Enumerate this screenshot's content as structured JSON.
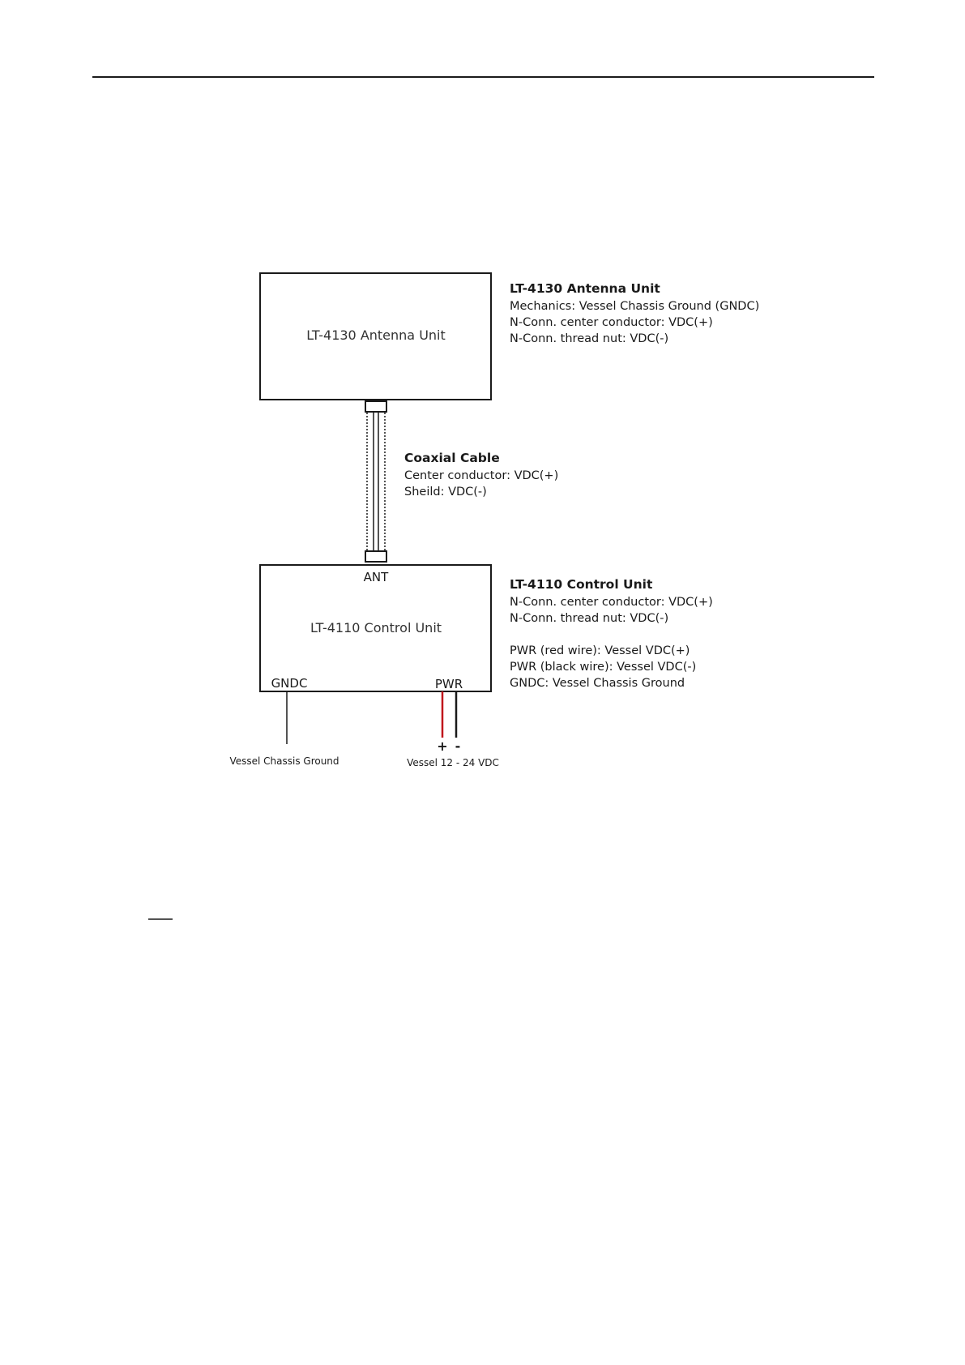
{
  "antenna_unit": {
    "box_label": "LT-4130 Antenna Unit",
    "heading": "LT-4130 Antenna Unit",
    "notes": [
      "Mechanics: Vessel Chassis Ground (GNDC)",
      "N-Conn. center conductor: VDC(+)",
      "N-Conn. thread nut: VDC(-)"
    ]
  },
  "coax": {
    "heading": "Coaxial Cable",
    "notes": [
      "Center conductor: VDC(+)",
      "Sheild: VDC(-)"
    ]
  },
  "control_unit": {
    "box_label": "LT-4110 Control Unit",
    "port_ant": "ANT",
    "port_gndc": "GNDC",
    "port_pwr": "PWR",
    "heading": "LT-4110 Control Unit",
    "notes": [
      "N-Conn. center conductor: VDC(+)",
      "N-Conn. thread nut: VDC(-)"
    ],
    "notes2": [
      "PWR (red wire): Vessel VDC(+)",
      "PWR (black wire): Vessel VDC(-)",
      "GNDC: Vessel Chassis Ground"
    ]
  },
  "ground_label": "Vessel Chassis Ground",
  "power": {
    "plus": "+",
    "minus": "-",
    "label": "Vessel 12 - 24 VDC"
  },
  "colors": {
    "line": "#1a1a1a",
    "red_wire": "#c0161c",
    "black_wire": "#1a1a1a"
  }
}
